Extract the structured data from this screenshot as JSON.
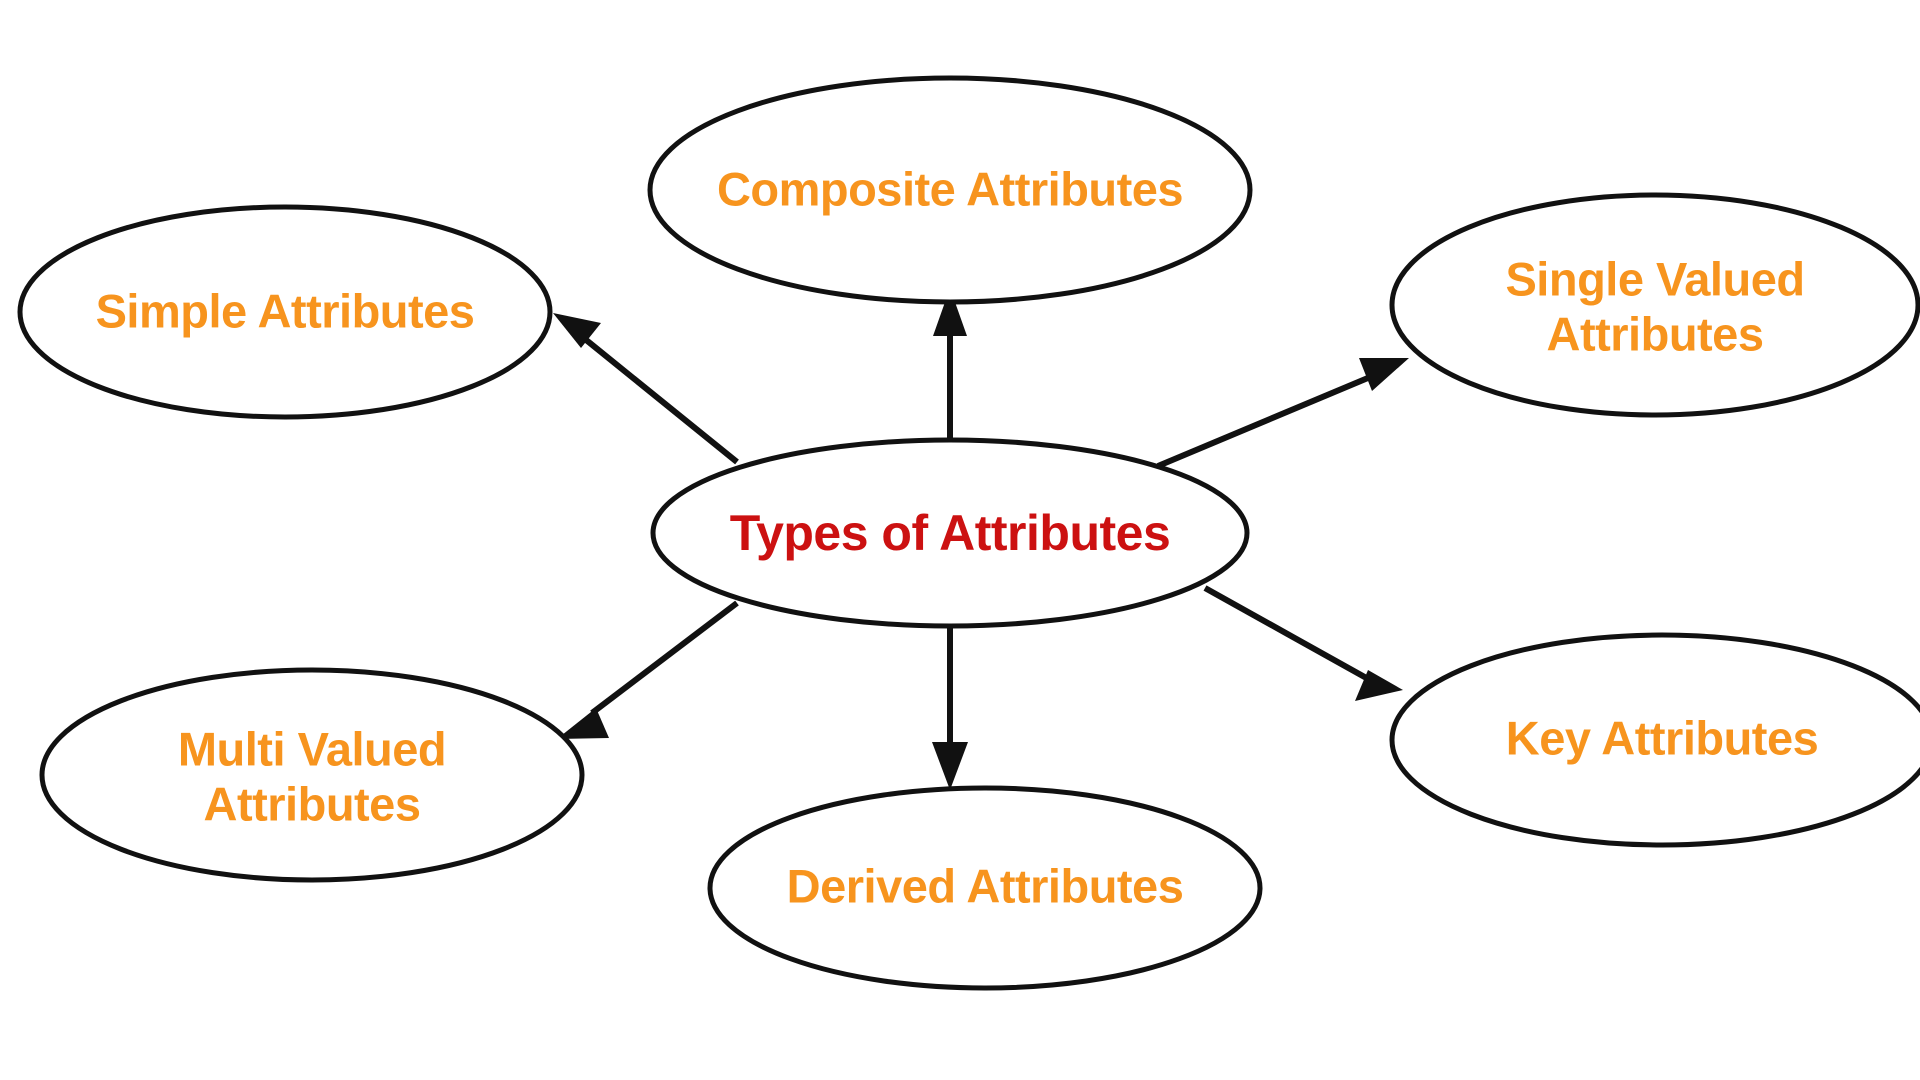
{
  "diagram": {
    "title": "Types of Attributes",
    "type": "radial-concept-map",
    "colors": {
      "background": "#FFFFFF",
      "node_fill": "#FFFFFF",
      "node_stroke": "#111111",
      "root_text": "#CC1111",
      "branch_text": "#F7941E",
      "edge": "#111111"
    },
    "root": {
      "id": "types-of-attributes",
      "label": "Types of Attributes",
      "lines": [
        "Types of Attributes"
      ],
      "color": "#CC1111"
    },
    "nodes": [
      {
        "id": "simple-attributes",
        "label": "Simple Attributes",
        "lines": [
          "Simple Attributes"
        ],
        "position": "top-left",
        "color": "#F7941E"
      },
      {
        "id": "composite-attributes",
        "label": "Composite Attributes",
        "lines": [
          "Composite Attributes"
        ],
        "position": "top-center",
        "color": "#F7941E"
      },
      {
        "id": "single-valued-attributes",
        "label": "Single Valued Attributes",
        "lines": [
          "Single Valued",
          "Attributes"
        ],
        "position": "top-right",
        "color": "#F7941E"
      },
      {
        "id": "multi-valued-attributes",
        "label": "Multi Valued Attributes",
        "lines": [
          "Multi Valued",
          "Attributes"
        ],
        "position": "bottom-left",
        "color": "#F7941E"
      },
      {
        "id": "derived-attributes",
        "label": "Derived Attributes",
        "lines": [
          "Derived Attributes"
        ],
        "position": "bottom-center",
        "color": "#F7941E"
      },
      {
        "id": "key-attributes",
        "label": "Key Attributes",
        "lines": [
          "Key Attributes"
        ],
        "position": "bottom-right",
        "color": "#F7941E"
      }
    ],
    "edges": [
      {
        "from": "types-of-attributes",
        "to": "simple-attributes",
        "arrow": "single"
      },
      {
        "from": "types-of-attributes",
        "to": "composite-attributes",
        "arrow": "single"
      },
      {
        "from": "types-of-attributes",
        "to": "single-valued-attributes",
        "arrow": "single"
      },
      {
        "from": "types-of-attributes",
        "to": "multi-valued-attributes",
        "arrow": "single"
      },
      {
        "from": "types-of-attributes",
        "to": "derived-attributes",
        "arrow": "single"
      },
      {
        "from": "types-of-attributes",
        "to": "key-attributes",
        "arrow": "single"
      }
    ]
  }
}
